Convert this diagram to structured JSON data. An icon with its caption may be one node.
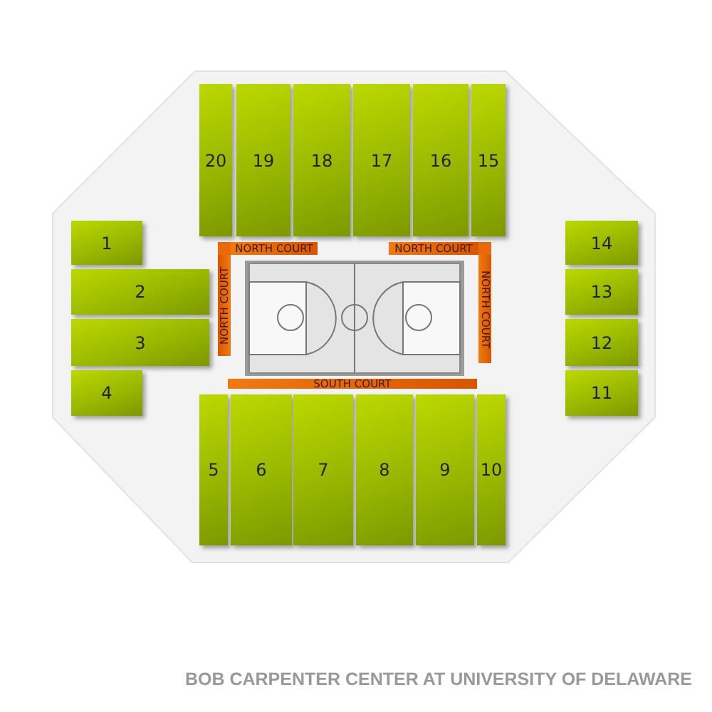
{
  "diagram": {
    "caption": "BOB CARPENTER CENTER AT UNIVERSITY OF DELAWARE",
    "nodes": [
      {
        "text": [
          "20"
        ]
      },
      {
        "text": [
          "19"
        ]
      },
      {
        "text": [
          "18"
        ]
      },
      {
        "text": [
          "17"
        ]
      },
      {
        "text": [
          "16"
        ]
      },
      {
        "text": [
          "15"
        ]
      },
      {
        "text": [
          "1"
        ]
      },
      {
        "text": [
          "14"
        ]
      },
      {
        "text": [
          "NORTH COURT"
        ]
      },
      {
        "text": [
          "NORTH COURT"
        ]
      },
      {
        "text": [
          "2"
        ]
      },
      {
        "text": [
          "NORTH COURT"
        ]
      },
      {
        "text": [
          "NORTH COURT"
        ]
      },
      {
        "text": [
          "13"
        ]
      },
      {
        "text": [
          "3"
        ]
      },
      {
        "text": [
          "12"
        ]
      },
      {
        "text": [
          "4"
        ]
      },
      {
        "text": [
          "SOUTH COURT"
        ]
      },
      {
        "text": [
          "11"
        ]
      },
      {
        "text": [
          "5"
        ]
      },
      {
        "text": [
          "6"
        ]
      },
      {
        "text": [
          "7"
        ]
      },
      {
        "text": [
          "8"
        ]
      },
      {
        "text": [
          "9"
        ]
      },
      {
        "text": [
          "10"
        ]
      }
    ]
  }
}
